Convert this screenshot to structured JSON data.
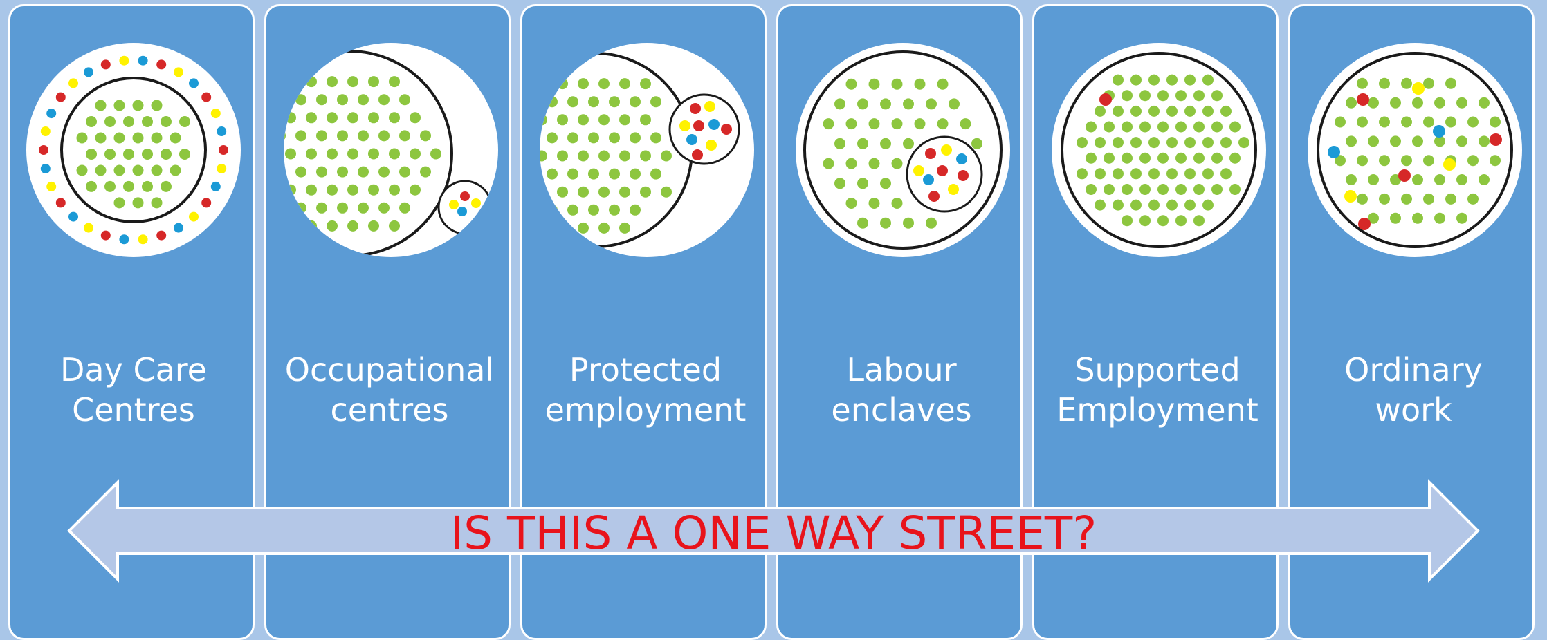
{
  "panels": [
    {
      "id": "day-care",
      "line1": "Day Care",
      "line2": "Centres"
    },
    {
      "id": "occupational",
      "line1": "Occupational",
      "line2": "centres"
    },
    {
      "id": "protected",
      "line1": "Protected",
      "line2": "employment"
    },
    {
      "id": "enclaves",
      "line1": "Labour",
      "line2": "enclaves"
    },
    {
      "id": "supported",
      "line1": "Supported",
      "line2": "Employment"
    },
    {
      "id": "ordinary",
      "line1": "Ordinary",
      "line2": "work"
    }
  ],
  "banner": {
    "text": "IS THIS A ONE WAY STREET?"
  },
  "colors": {
    "panel": "#5b9bd5",
    "background": "#a9c6e8",
    "arrow_fill": "#b4c7e7",
    "banner_text": "#e8131b",
    "dot_green": "#8dc63f",
    "dot_red": "#d62828",
    "dot_yellow": "#fff200",
    "dot_blue": "#1b9ad6"
  }
}
